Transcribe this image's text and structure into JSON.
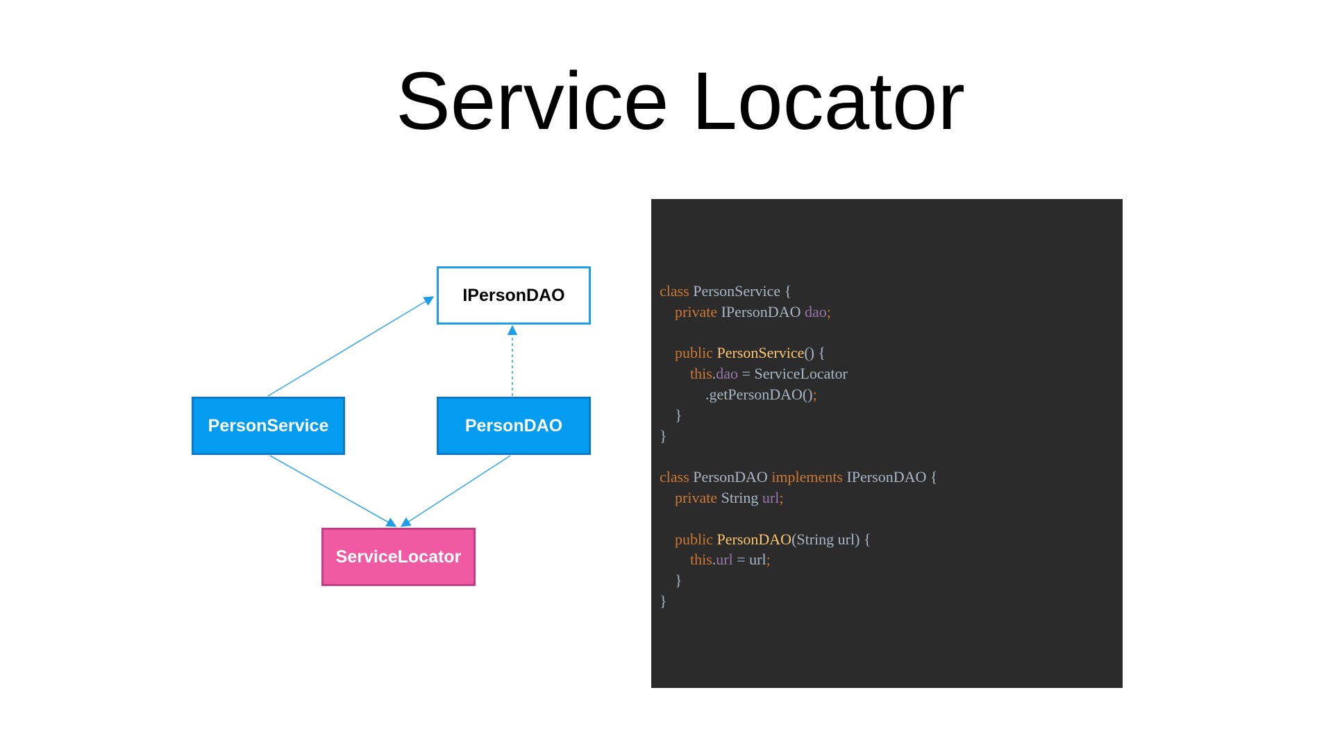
{
  "title": "Service Locator",
  "diagram": {
    "nodes": {
      "interface": "IPersonDAO",
      "service": "PersonService",
      "dao": "PersonDAO",
      "locator": "ServiceLocator"
    },
    "edges": [
      {
        "from": "PersonService",
        "to": "IPersonDAO",
        "style": "solid"
      },
      {
        "from": "PersonDAO",
        "to": "IPersonDAO",
        "style": "dashed"
      },
      {
        "from": "PersonService",
        "to": "ServiceLocator",
        "style": "solid"
      },
      {
        "from": "PersonDAO",
        "to": "ServiceLocator",
        "style": "solid"
      }
    ]
  },
  "colors": {
    "accent_blue": "#039cf0",
    "locator_pink": "#ef5aa3",
    "code_background": "#2b2b2b",
    "keyword": "#cc7832",
    "function": "#ffc66d",
    "field": "#9876aa",
    "text": "#a9b7c6"
  },
  "code": {
    "lines": [
      [
        {
          "t": "class ",
          "k": "kw"
        },
        {
          "t": "PersonService {",
          "k": "plain"
        }
      ],
      [
        {
          "t": "    ",
          "k": "plain"
        },
        {
          "t": "private ",
          "k": "kw"
        },
        {
          "t": "IPersonDAO ",
          "k": "plain"
        },
        {
          "t": "dao",
          "k": "field"
        },
        {
          "t": ";",
          "k": "punct"
        }
      ],
      [],
      [
        {
          "t": "    ",
          "k": "plain"
        },
        {
          "t": "public ",
          "k": "kw"
        },
        {
          "t": "PersonService",
          "k": "fn"
        },
        {
          "t": "() {",
          "k": "plain"
        }
      ],
      [
        {
          "t": "        ",
          "k": "plain"
        },
        {
          "t": "this",
          "k": "kw"
        },
        {
          "t": ".",
          "k": "plain"
        },
        {
          "t": "dao",
          "k": "field"
        },
        {
          "t": " = ServiceLocator",
          "k": "plain"
        }
      ],
      [
        {
          "t": "            .getPersonDAO()",
          "k": "plain"
        },
        {
          "t": ";",
          "k": "punct"
        }
      ],
      [
        {
          "t": "    }",
          "k": "plain"
        }
      ],
      [
        {
          "t": "}",
          "k": "plain"
        }
      ],
      [],
      [
        {
          "t": "class ",
          "k": "kw"
        },
        {
          "t": "PersonDAO ",
          "k": "plain"
        },
        {
          "t": "implements ",
          "k": "kw"
        },
        {
          "t": "IPersonDAO {",
          "k": "plain"
        }
      ],
      [
        {
          "t": "    ",
          "k": "plain"
        },
        {
          "t": "private ",
          "k": "kw"
        },
        {
          "t": "String ",
          "k": "plain"
        },
        {
          "t": "url",
          "k": "field"
        },
        {
          "t": ";",
          "k": "punct"
        }
      ],
      [],
      [
        {
          "t": "    ",
          "k": "plain"
        },
        {
          "t": "public ",
          "k": "kw"
        },
        {
          "t": "PersonDAO",
          "k": "fn"
        },
        {
          "t": "(String url) {",
          "k": "plain"
        }
      ],
      [
        {
          "t": "        ",
          "k": "plain"
        },
        {
          "t": "this",
          "k": "kw"
        },
        {
          "t": ".",
          "k": "plain"
        },
        {
          "t": "url",
          "k": "field"
        },
        {
          "t": " = url",
          "k": "plain"
        },
        {
          "t": ";",
          "k": "punct"
        }
      ],
      [
        {
          "t": "    }",
          "k": "plain"
        }
      ],
      [
        {
          "t": "}",
          "k": "plain"
        }
      ]
    ]
  }
}
